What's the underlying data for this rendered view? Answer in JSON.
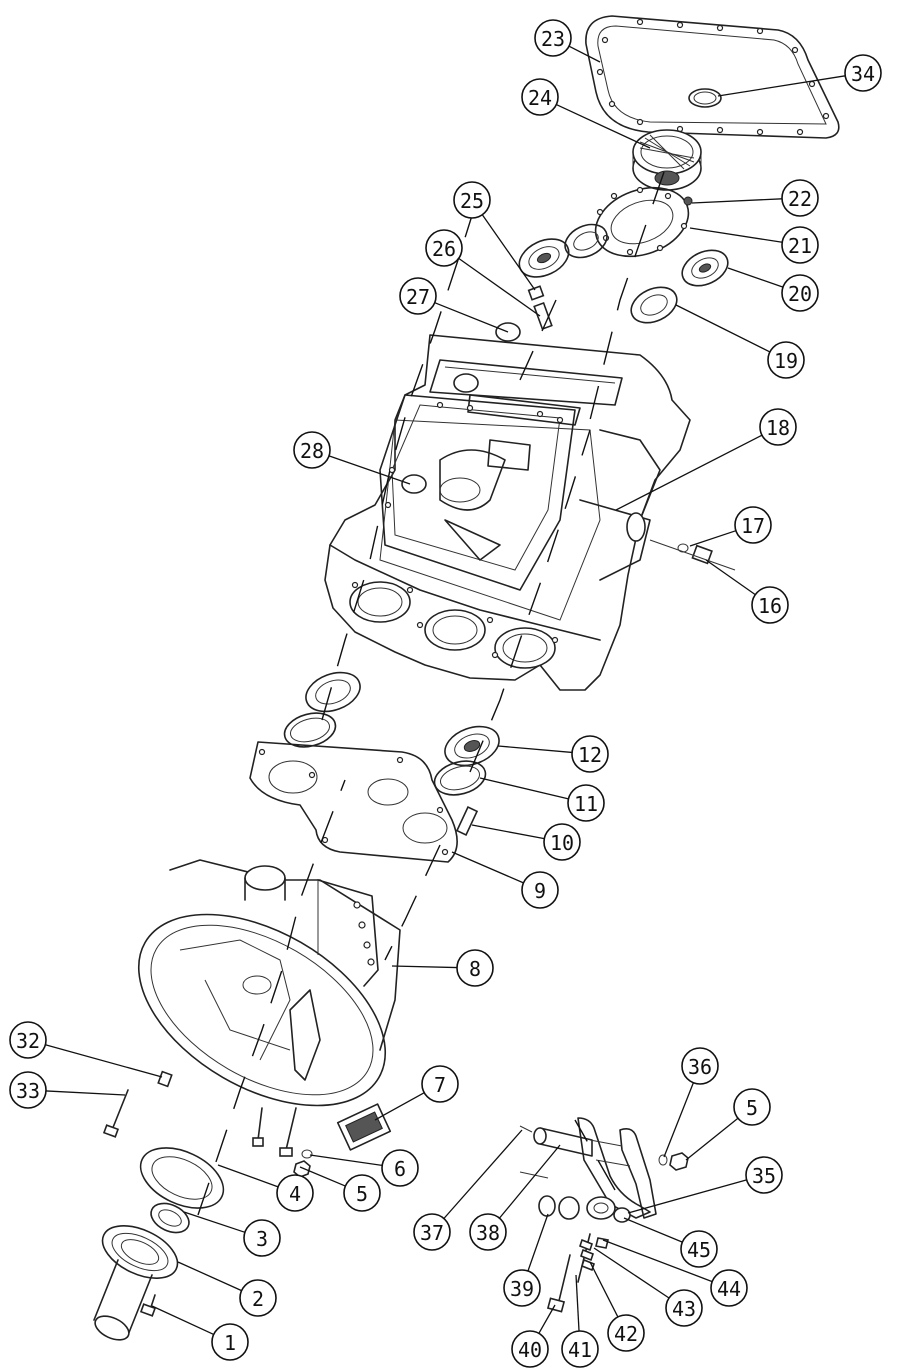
{
  "parts": [
    {
      "number": "1"
    },
    {
      "number": "2"
    },
    {
      "number": "3"
    },
    {
      "number": "4"
    },
    {
      "number": "5"
    },
    {
      "number": "6"
    },
    {
      "number": "7"
    },
    {
      "number": "8"
    },
    {
      "number": "9"
    },
    {
      "number": "10"
    },
    {
      "number": "11"
    },
    {
      "number": "12"
    },
    {
      "number": "16"
    },
    {
      "number": "17"
    },
    {
      "number": "18"
    },
    {
      "number": "19"
    },
    {
      "number": "20"
    },
    {
      "number": "21"
    },
    {
      "number": "22"
    },
    {
      "number": "23"
    },
    {
      "number": "24"
    },
    {
      "number": "25"
    },
    {
      "number": "26"
    },
    {
      "number": "27"
    },
    {
      "number": "28"
    },
    {
      "number": "32"
    },
    {
      "number": "33"
    },
    {
      "number": "34"
    },
    {
      "number": "35"
    },
    {
      "number": "36"
    },
    {
      "number": "5"
    },
    {
      "number": "37"
    },
    {
      "number": "38"
    },
    {
      "number": "39"
    },
    {
      "number": "40"
    },
    {
      "number": "41"
    },
    {
      "number": "42"
    },
    {
      "number": "43"
    },
    {
      "number": "44"
    },
    {
      "number": "45"
    }
  ]
}
